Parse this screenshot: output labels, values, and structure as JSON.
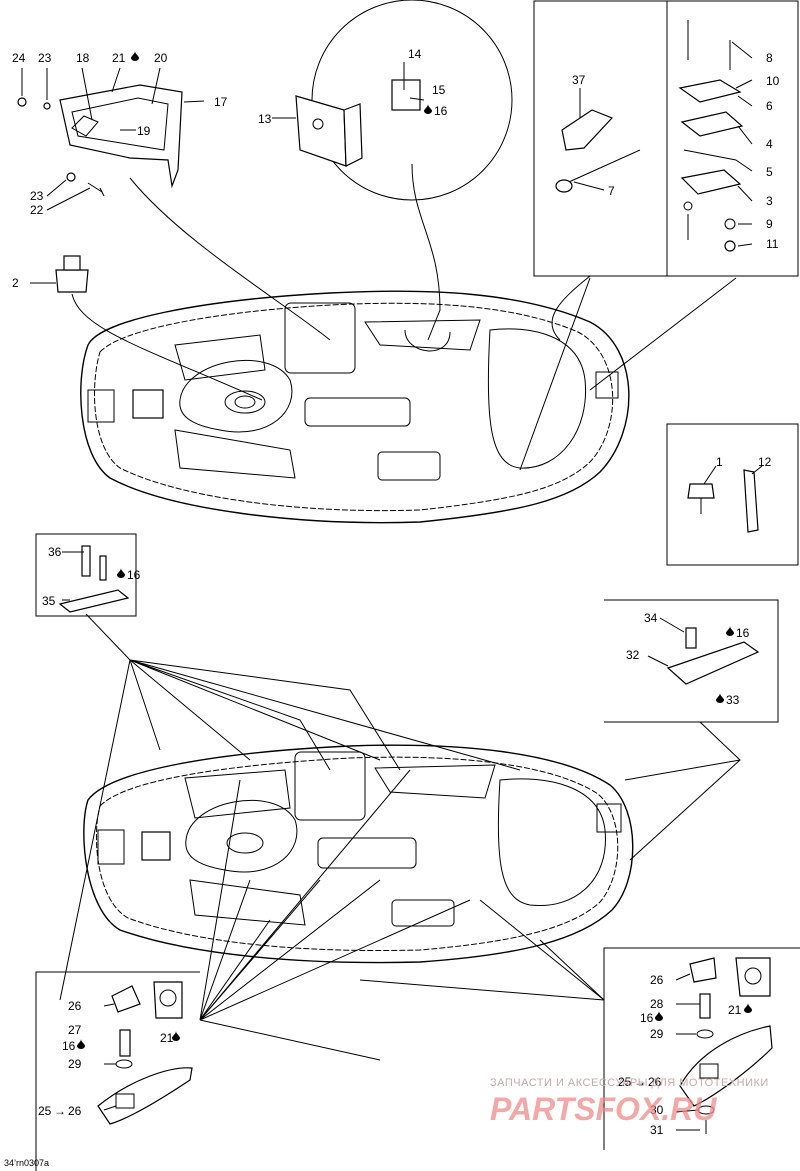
{
  "diagram": {
    "drawing_code": "34’rn0307a",
    "watermark": {
      "caption": "ЗАПЧАСТИ И АКСЕССУАРЫ ДЛЯ МОТОТЕХНИКИ",
      "brand": "PARTSFOX.RU"
    },
    "callouts": {
      "c24": "24",
      "c23a": "23",
      "c18": "18",
      "c21a": "21",
      "c20": "20",
      "c17": "17",
      "c19": "19",
      "c23b": "23",
      "c22": "22",
      "c2": "2",
      "c14": "14",
      "c15": "15",
      "c13": "13",
      "c16a": "16",
      "c37": "37",
      "c7": "7",
      "c8": "8",
      "c10": "10",
      "c6": "6",
      "c4": "4",
      "c5": "5",
      "c3": "3",
      "c9": "9",
      "c11": "11",
      "c1": "1",
      "c12": "12",
      "c36": "36",
      "c16b": "16",
      "c35": "35",
      "c34": "34",
      "c16c": "16",
      "c32": "32",
      "c33": "33",
      "c26a": "26",
      "c21b": "21",
      "c27": "27",
      "c16d": "16",
      "c29a": "29",
      "c25a": "25",
      "c26b": "26",
      "c26c": "26",
      "c28": "28",
      "c16e": "16",
      "c21c": "21",
      "c29b": "29",
      "c25b": "25",
      "c26d": "26",
      "c30": "30",
      "c31": "31"
    }
  }
}
